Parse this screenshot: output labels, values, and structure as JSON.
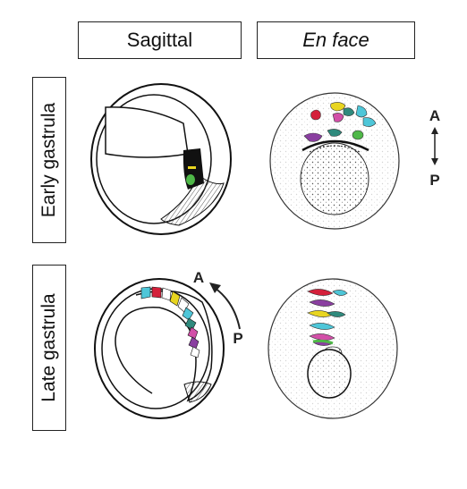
{
  "headers": {
    "sagittal": "Sagittal",
    "en_face": "En face"
  },
  "rows": {
    "early": "Early gastrula",
    "late": "Late gastrula"
  },
  "axis": {
    "anterior": "A",
    "posterior": "P"
  },
  "colors": {
    "red": "#d4203a",
    "yellow": "#e8d520",
    "cyan": "#4ec6d8",
    "purple": "#8a3fa0",
    "green": "#4fb848",
    "magenta": "#d24fa8",
    "black": "#111111"
  }
}
